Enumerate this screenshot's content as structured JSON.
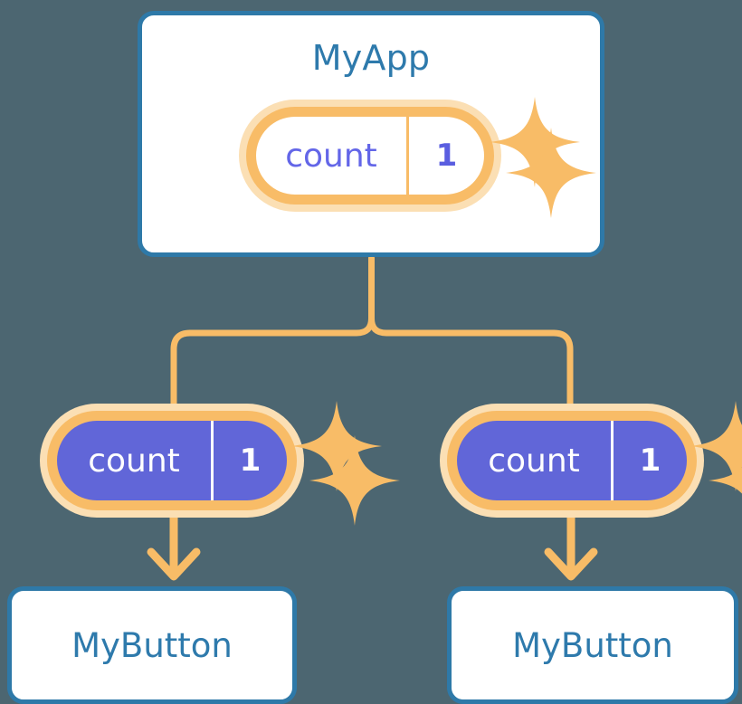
{
  "diagram": {
    "title_text": "MyApp",
    "background_color": "#4c6671",
    "accent_orange": "#f8bc67",
    "accent_orange_light": "#fbdfb4",
    "accent_blue": "#2e79a8",
    "accent_indigo": "#6166d8",
    "card_background": "#ffffff"
  },
  "app": {
    "label": "MyApp",
    "state": {
      "key": "count",
      "value": "1"
    }
  },
  "children": [
    {
      "label": "MyButton",
      "state": {
        "key": "count",
        "value": "1"
      }
    },
    {
      "label": "MyButton",
      "state": {
        "key": "count",
        "value": "1"
      }
    }
  ],
  "icons": {
    "sparkle_large": "sparkle-icon",
    "sparkle_small": "sparkle-icon",
    "arrow_down": "arrow-down-icon",
    "fork_connector": "fork-connector-icon"
  }
}
